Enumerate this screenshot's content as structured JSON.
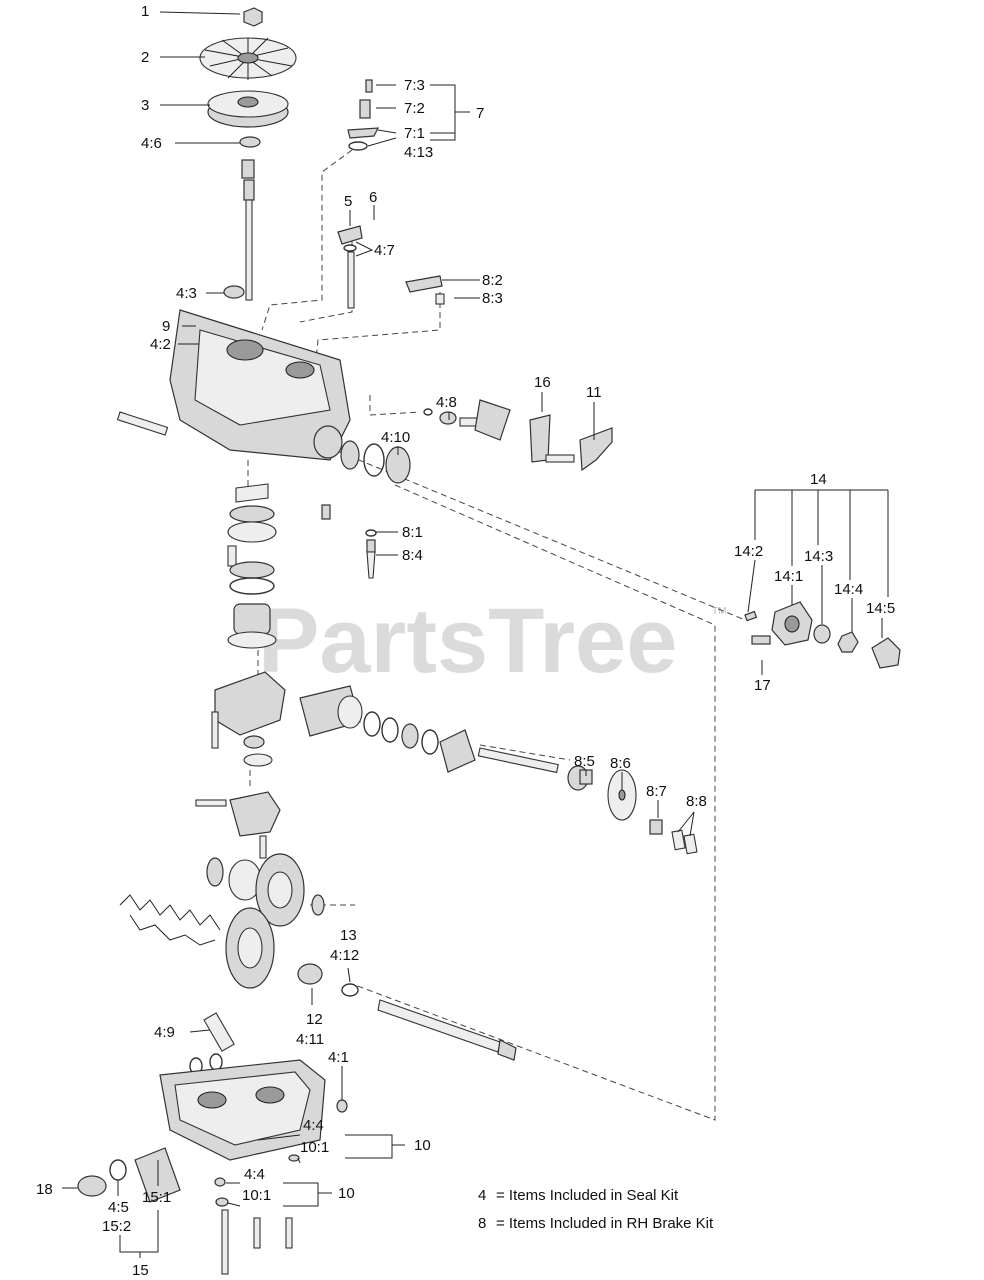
{
  "watermark": {
    "text": "PartsTree",
    "mark": "TM"
  },
  "legend": [
    {
      "number": "4",
      "text": "= Items Included in Seal Kit"
    },
    {
      "number": "8",
      "text": "= Items Included in RH Brake Kit"
    }
  ],
  "callouts": {
    "c1": "1",
    "c2": "2",
    "c3": "3",
    "c4_6": "4:6",
    "c7_3": "7:3",
    "c7_2": "7:2",
    "c7": "7",
    "c7_1": "7:1",
    "c4_13": "4:13",
    "c5": "5",
    "c6": "6",
    "c4_7": "4:7",
    "c8_2": "8:2",
    "c8_3": "8:3",
    "c4_3": "4:3",
    "c9": "9",
    "c4_2": "4:2",
    "c4_8": "4:8",
    "c16": "16",
    "c11": "11",
    "c4_10": "4:10",
    "c8_1": "8:1",
    "c8_4": "8:4",
    "c14": "14",
    "c14_2": "14:2",
    "c14_1": "14:1",
    "c14_3": "14:3",
    "c14_4": "14:4",
    "c14_5": "14:5",
    "c17": "17",
    "c8_5": "8:5",
    "c8_6": "8:6",
    "c8_7": "8:7",
    "c8_8": "8:8",
    "c13": "13",
    "c4_12": "4:12",
    "c12": "12",
    "c4_11": "4:11",
    "c4_9": "4:9",
    "c4_1": "4:1",
    "c4_4a": "4:4",
    "c10_1a": "10:1",
    "c10a": "10",
    "c4_4b": "4:4",
    "c10_1b": "10:1",
    "c10b": "10",
    "c18": "18",
    "c4_5": "4:5",
    "c15_2": "15:2",
    "c15_1": "15:1",
    "c15": "15"
  }
}
